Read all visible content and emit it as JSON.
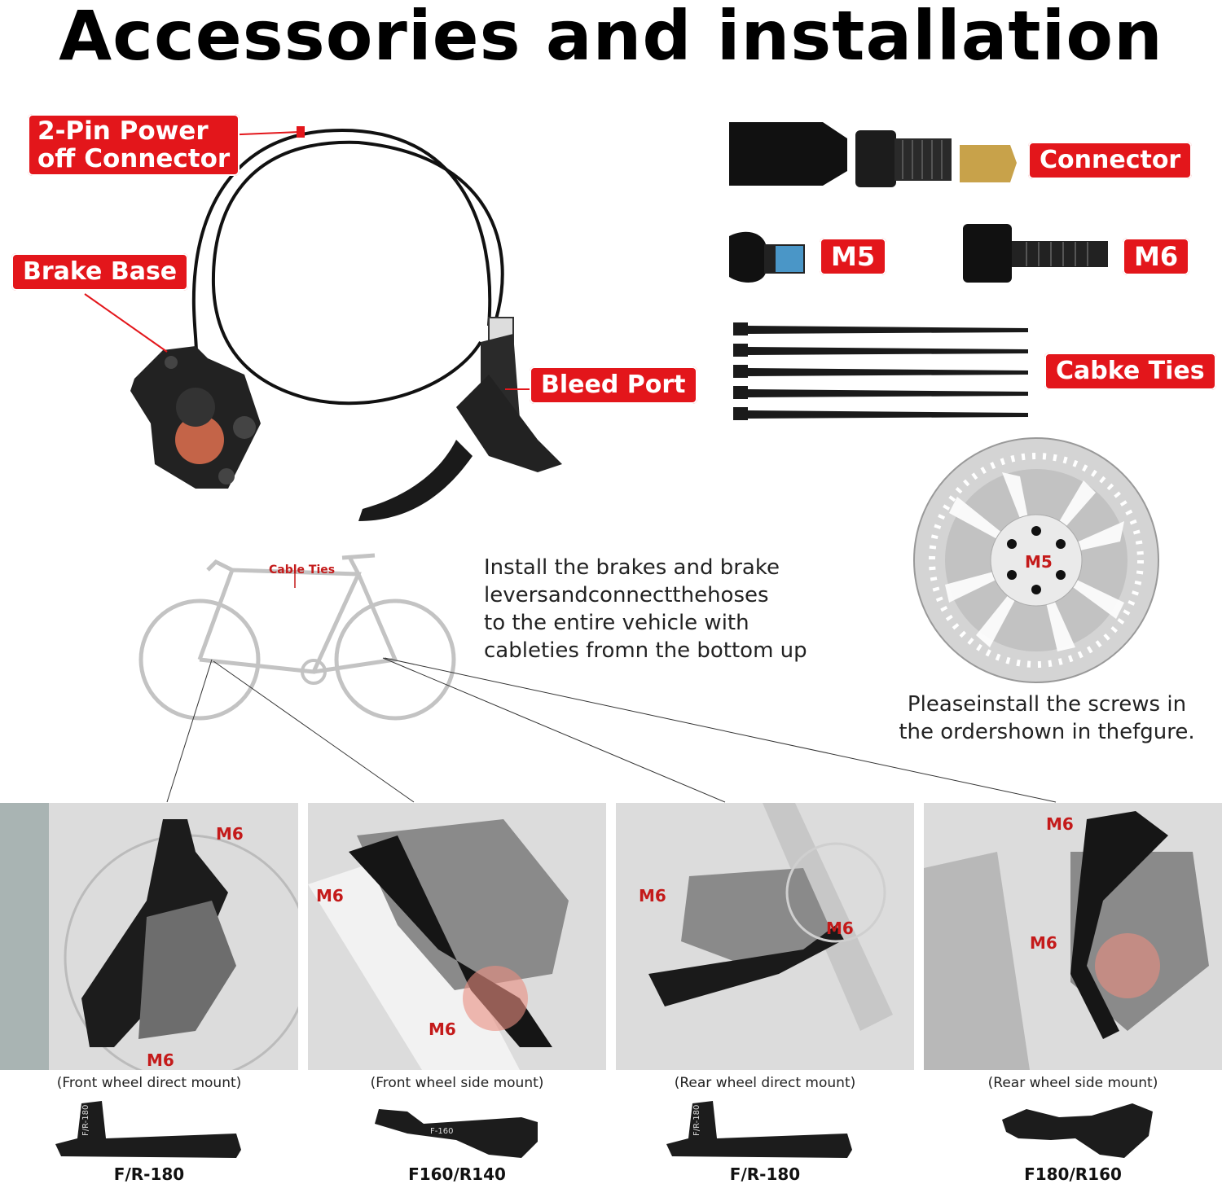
{
  "title": "Accessories and installation",
  "labels": {
    "power_connector": [
      "2-Pin Power",
      "off Connector"
    ],
    "brake_base": "Brake Base",
    "bleed_port": "Bleed Port",
    "connector": "Connector",
    "m5": "M5",
    "m6": "M6",
    "cable_ties": "Cabke Ties"
  },
  "bike": {
    "cable_ties_label": "Cable Ties"
  },
  "instructions": [
    "Install the brakes and brake",
    "leversandconnectthehoses",
    "to the entire vehicle with",
    "cableties fromn the bottom up"
  ],
  "rotor": {
    "bolt_label": "M5",
    "note": [
      "Pleaseinstall the screws in",
      "the ordershown in thefgure."
    ]
  },
  "mounts": [
    {
      "caption": "(Front wheel direct mount)",
      "adapter": "F/R-180",
      "adapter_text": "F/R-180",
      "labels": [
        "M6",
        "M6"
      ]
    },
    {
      "caption": "(Front wheel side mount)",
      "adapter": "F160/R140",
      "adapter_text": "F-160",
      "labels": [
        "M6",
        "M6"
      ]
    },
    {
      "caption": "(Rear wheel direct mount)",
      "adapter": "F/R-180",
      "adapter_text": "F/R-180",
      "labels": [
        "M6",
        "M6"
      ]
    },
    {
      "caption": "(Rear wheel side mount)",
      "adapter": "F180/R160",
      "adapter_text": "",
      "labels": [
        "M6",
        "M6"
      ]
    }
  ],
  "colors": {
    "accent_red": "#e3161b",
    "label_red": "#c41a1a"
  }
}
